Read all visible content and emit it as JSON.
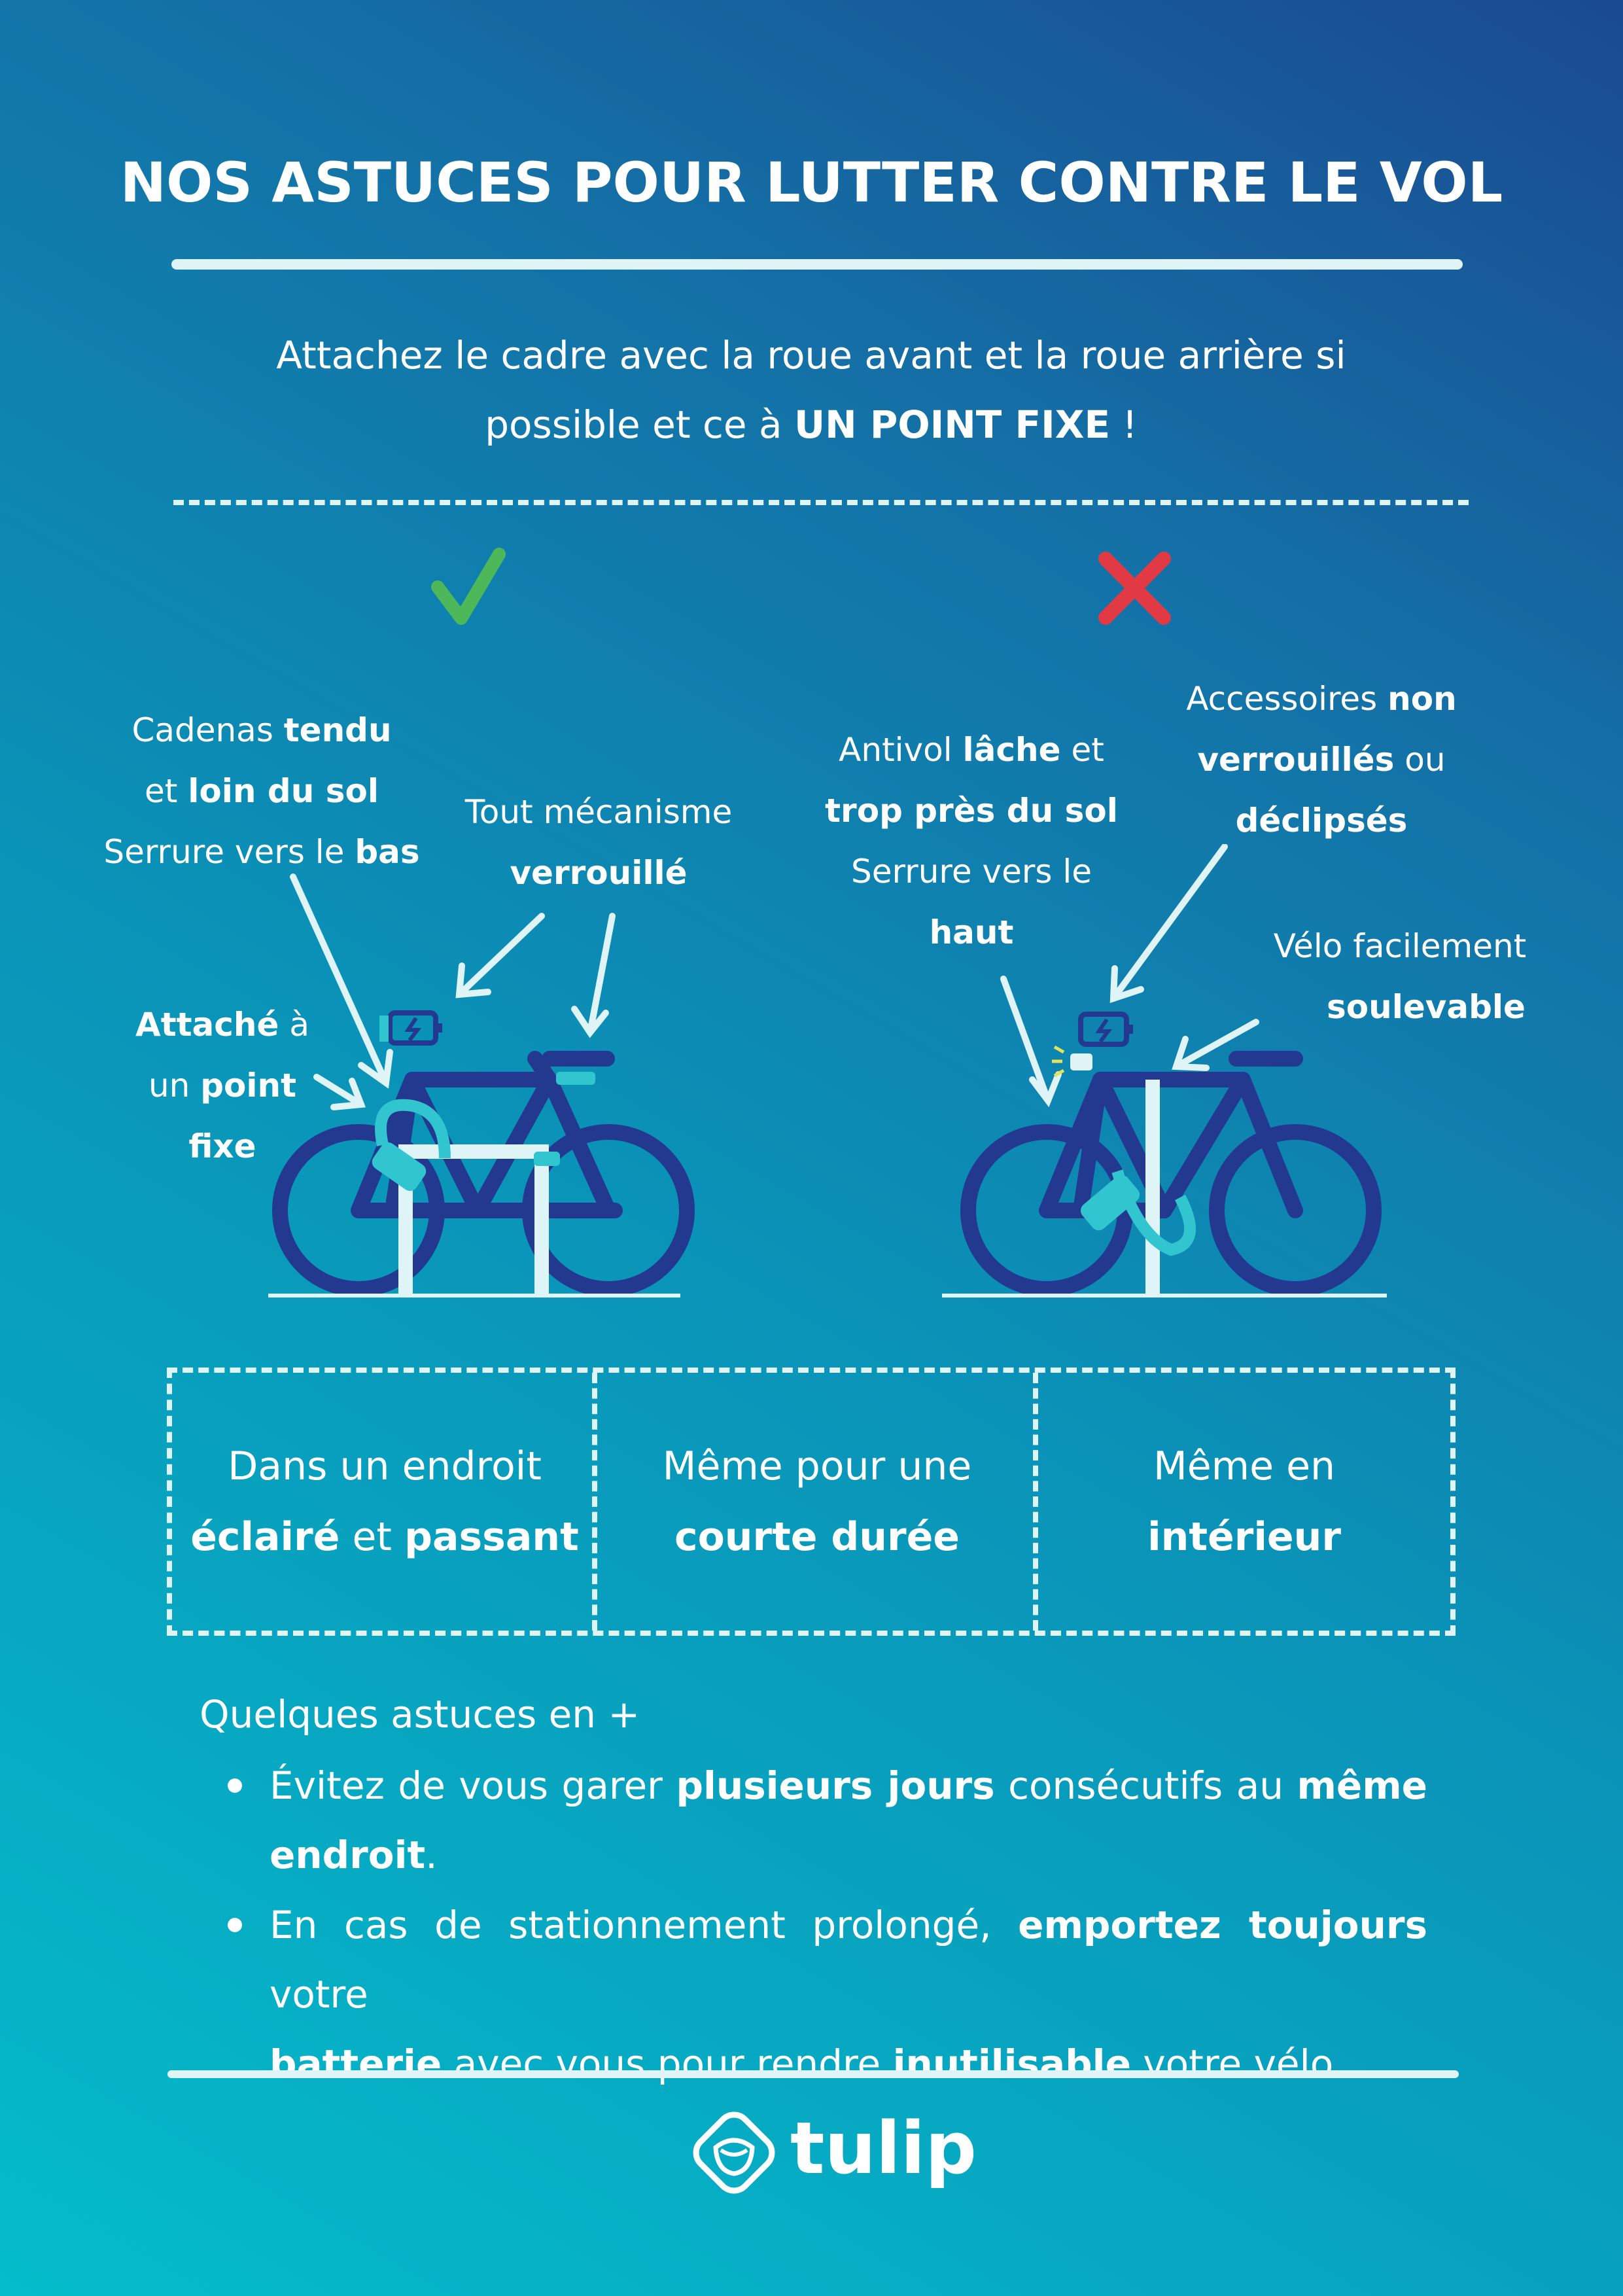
{
  "header": {
    "title": "NOS ASTUCES POUR LUTTER CONTRE LE VOL",
    "intro_line1": "Attachez le cadre avec la roue avant et la roue arrière si",
    "intro_line2_pre": "possible et ce à ",
    "intro_line2_bold": "UN POINT FIXE",
    "intro_line2_post": " !"
  },
  "icons": {
    "good": "check-icon",
    "bad": "cross-icon",
    "good_color": "#4cb85a",
    "bad_color": "#e23a45"
  },
  "good_example": {
    "c1_l1_pre": "Cadenas ",
    "c1_l1_b": "tendu",
    "c1_l2_pre": "et ",
    "c1_l2_b": "loin du sol",
    "c1_l3_pre": "Serrure vers le ",
    "c1_l3_b": "bas",
    "c2_l1": "Tout mécanisme",
    "c2_l2_b": "verrouillé",
    "c3_l1_b": "Attaché",
    "c3_l1_post": " à",
    "c3_l2_pre": "un ",
    "c3_l2_b": "point",
    "c3_l3_b": "fixe"
  },
  "bad_example": {
    "c1_l1_pre": "Antivol ",
    "c1_l1_b": "lâche",
    "c1_l1_post": " et",
    "c1_l2_b": "trop près du sol",
    "c1_l3": "Serrure vers le",
    "c1_l4_b": "haut",
    "c2_l1_pre": "Accessoires ",
    "c2_l1_b": "non",
    "c2_l2_b": "verrouillés",
    "c2_l2_post": " ou",
    "c2_l3_b": "déclipsés",
    "c3_l1": "Vélo facilement",
    "c3_l2_b": "soulevable"
  },
  "boxes": [
    {
      "l1": "Dans un  endroit",
      "l2_b1": "éclairé",
      "l2_mid": " et ",
      "l2_b2": "passant"
    },
    {
      "l1": "Même pour une",
      "l2_b": "courte durée"
    },
    {
      "l1": "Même en",
      "l2_b": "intérieur"
    }
  ],
  "tips": {
    "heading": "Quelques astuces en +",
    "t1_a": "Évitez de vous garer ",
    "t1_b": "plusieurs jours",
    "t1_c": " consécutifs au ",
    "t1_d": "même",
    "t1_e": "endroit",
    "t1_f": ".",
    "t2_a": "En cas de stationnement prolongé, ",
    "t2_b": "emportez toujours",
    "t2_c": " votre",
    "t2_d": "batterie",
    "t2_e": " avec vous pour rendre ",
    "t2_f": "inutilisable",
    "t2_g": " votre vélo."
  },
  "brand": {
    "name": "tulip",
    "logo_icon": "tulip-logo-icon"
  },
  "colors": {
    "bike": "#23398f",
    "accent": "#31c5d0",
    "line": "#dff4f7"
  }
}
